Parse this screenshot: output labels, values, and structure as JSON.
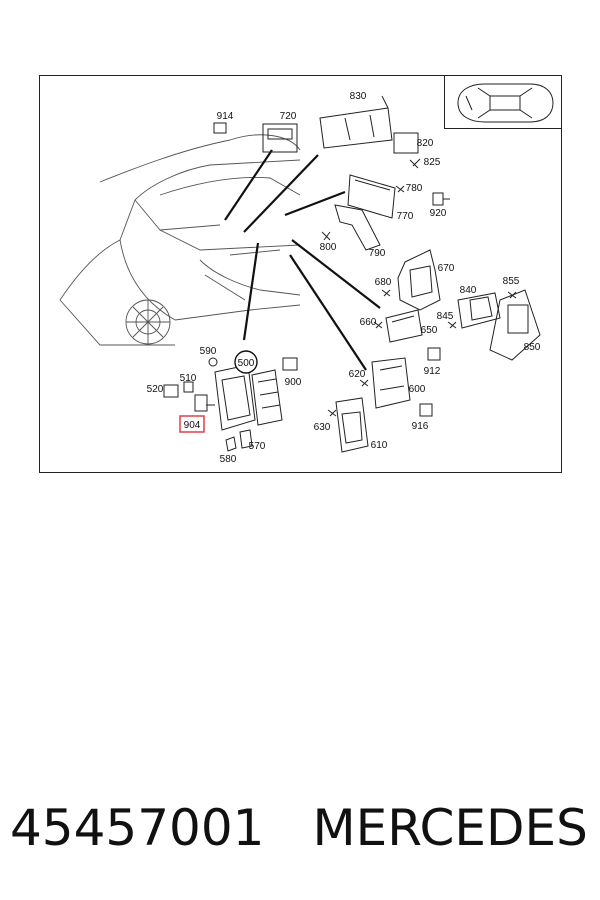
{
  "diagram": {
    "labels": [
      "914",
      "720",
      "830",
      "820",
      "825",
      "780",
      "920",
      "770",
      "800",
      "790",
      "680",
      "670",
      "855",
      "840",
      "845",
      "850",
      "660",
      "650",
      "912",
      "590",
      "500",
      "900",
      "620",
      "600",
      "510",
      "520",
      "904",
      "630",
      "610",
      "916",
      "580",
      "570"
    ],
    "highlighted_label": "904",
    "highlight_color": "#e0303a"
  },
  "footer": {
    "part_number": "45457001",
    "brand": "MERCEDES"
  }
}
